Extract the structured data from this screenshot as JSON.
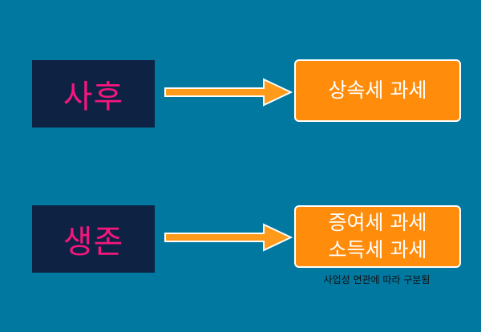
{
  "rows": [
    {
      "label": "사후",
      "results": [
        "상속세 과세"
      ]
    },
    {
      "label": "생존",
      "results": [
        "증여세 과세",
        "소득세 과세"
      ]
    }
  ],
  "note": "사업성 연관에 따라 구분됨",
  "colors": {
    "background": "#0178a0",
    "dark_box": "#0e2243",
    "label_text": "#f5177e",
    "orange_box": "#ff8c0b",
    "arrow": "#ff9a1a",
    "arrow_outline": "#ffffff"
  }
}
